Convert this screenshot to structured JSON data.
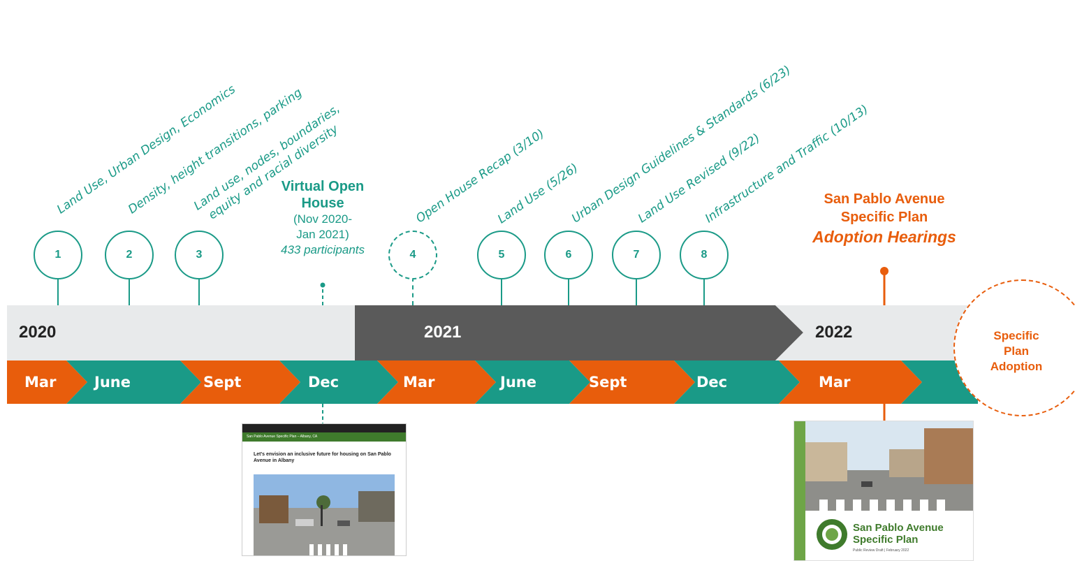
{
  "topics": [
    "Land Use, Urban Design, Economics",
    "Density, height transitions, parking",
    [
      "Land use, nodes, boundaries,",
      "equity and racial diversity"
    ],
    "Open House Recap (3/10)",
    "Land Use (5/26)",
    "Urban Design Guidelines & Standards (6/23)",
    "Land Use Revised (9/22)",
    "Infrastructure and Traffic (10/13)"
  ],
  "meetings": [
    "1",
    "2",
    "3",
    "4",
    "5",
    "6",
    "7",
    "8"
  ],
  "virtual_open_house": {
    "title_line1": "Virtual Open",
    "title_line2": "House",
    "dates_line1": "(Nov 2020-",
    "dates_line2": "Jan 2021)",
    "participants": "433 participants"
  },
  "adoption_hearings": {
    "line1": "San Pablo Avenue",
    "line2": "Specific Plan",
    "line3": "Adoption Hearings"
  },
  "years": [
    "2020",
    "2021",
    "2022"
  ],
  "months": [
    "Mar",
    "June",
    "Sept",
    "Dec",
    "Mar",
    "June",
    "Sept",
    "Dec",
    "Mar"
  ],
  "adoption": {
    "line1": "Specific",
    "line2": "Plan",
    "line3": "Adoption"
  },
  "website_thumbnail": {
    "nav_title": "San Pablo Avenue Specific Plan – Albany, CA",
    "headline": "Let's envision an inclusive future for housing on San Pablo Avenue in Albany"
  },
  "plan_cover": {
    "title_line1": "San Pablo Avenue",
    "title_line2": "Specific Plan",
    "subtitle": "Public Review Draft | February 2022"
  },
  "colors": {
    "teal": "#1a9a87",
    "orange": "#e85d0c",
    "dark_gray": "#5a5a5a",
    "light_gray": "#e8eaeb"
  }
}
